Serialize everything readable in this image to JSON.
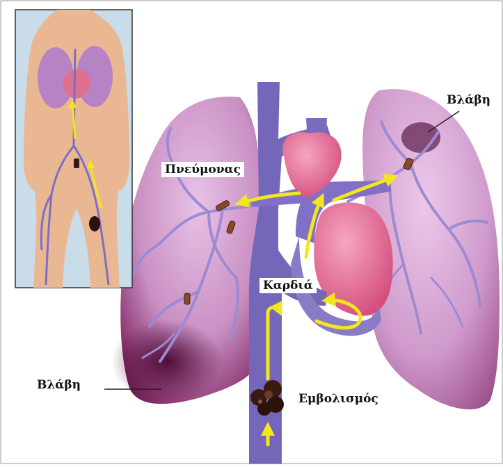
{
  "labels": {
    "lung": "Πνεύμονας",
    "lesion_top": "Βλάβη",
    "heart": "Καρδιά",
    "lesion_bottom": "Βλάβη",
    "embolism": "Εμβολισμός"
  },
  "colors": {
    "lung_light": "#d8a6d4",
    "lung_dark": "#6e1f52",
    "vessel": "#8a7bc6",
    "vena_cava": "#6a5aad",
    "heart": "#e4719a",
    "arrow": "#f2e61c",
    "clot": "#3a1a10",
    "skin": "#e8b690",
    "inset_bg": "#c9dcea"
  },
  "icons": [
    "flow-arrow-icon",
    "blood-clot-icon"
  ]
}
